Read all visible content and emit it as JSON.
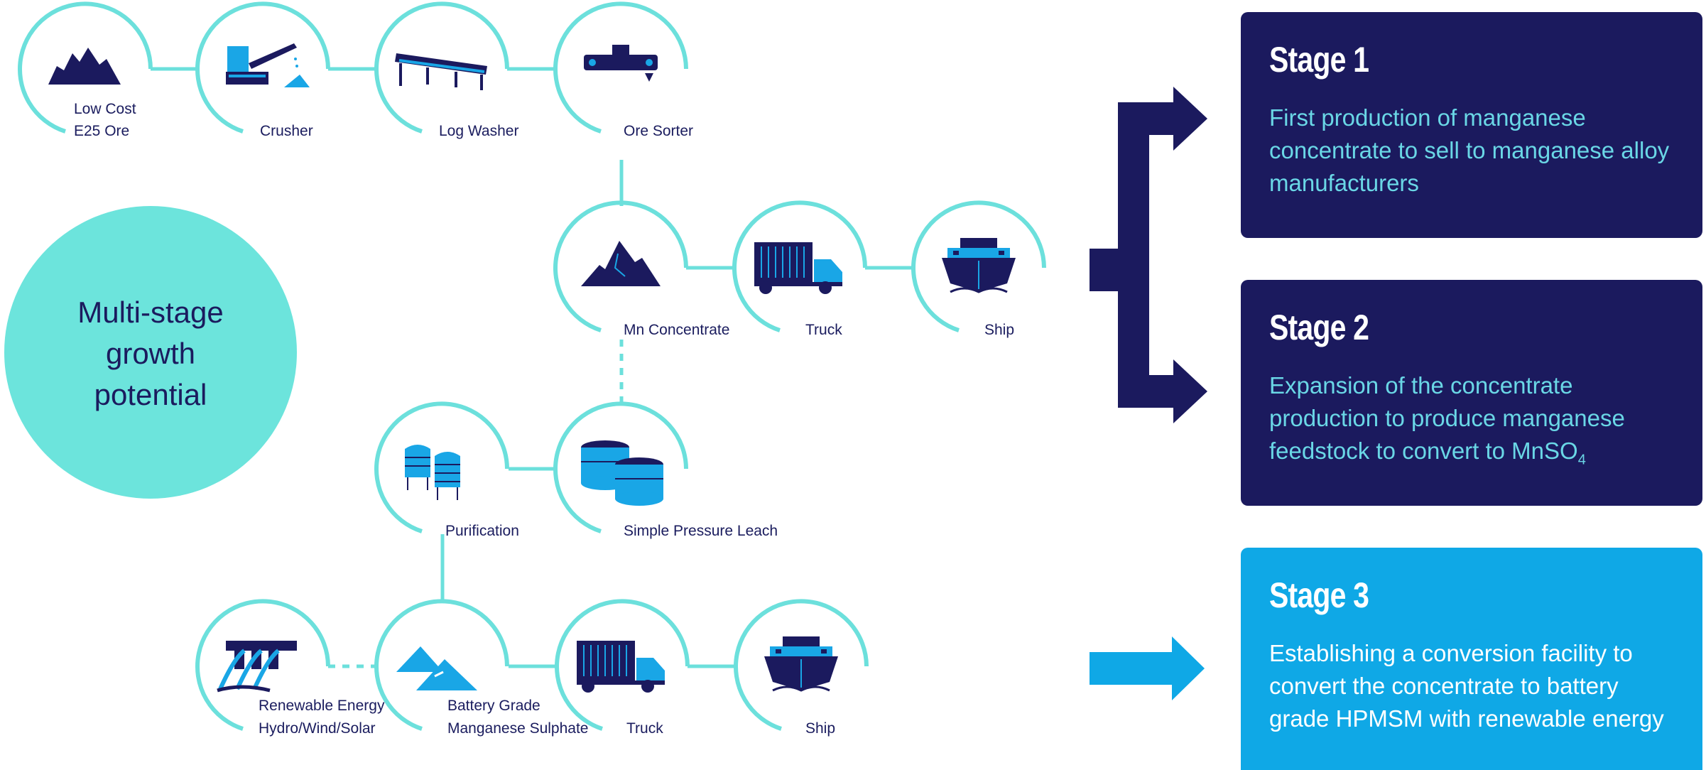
{
  "center": {
    "lines": [
      "Multi-stage",
      "growth",
      "potential"
    ]
  },
  "nodes": {
    "ore": {
      "label_lines": [
        "Low Cost",
        "E25 Ore"
      ],
      "icon": "ore-pile-icon"
    },
    "crusher": {
      "label_lines": [
        "Crusher"
      ],
      "icon": "crusher-icon"
    },
    "log_washer": {
      "label_lines": [
        "Log Washer"
      ],
      "icon": "log-washer-icon"
    },
    "ore_sorter": {
      "label_lines": [
        "Ore Sorter"
      ],
      "icon": "ore-sorter-icon"
    },
    "mn_concentrate": {
      "label_lines": [
        "Mn Concentrate"
      ],
      "icon": "concentrate-pile-icon"
    },
    "truck1": {
      "label_lines": [
        "Truck"
      ],
      "icon": "truck-icon"
    },
    "ship1": {
      "label_lines": [
        "Ship"
      ],
      "icon": "ship-icon"
    },
    "purification": {
      "label_lines": [
        "Purification"
      ],
      "icon": "silo-icon"
    },
    "pressure_leach": {
      "label_lines": [
        "Simple Pressure Leach"
      ],
      "icon": "tanks-icon"
    },
    "renewable": {
      "label_lines": [
        "Renewable Energy",
        "Hydro/Wind/Solar"
      ],
      "icon": "hydro-dam-icon"
    },
    "battery_grade": {
      "label_lines": [
        "Battery Grade",
        "Manganese Sulphate"
      ],
      "icon": "powder-pile-icon"
    },
    "truck2": {
      "label_lines": [
        "Truck"
      ],
      "icon": "truck-icon"
    },
    "ship2": {
      "label_lines": [
        "Ship"
      ],
      "icon": "ship-icon"
    }
  },
  "stages": [
    {
      "title": "Stage 1",
      "text": "First production of manganese concentrate to sell to manganese alloy manufacturers"
    },
    {
      "title": "Stage 2",
      "text_main": "Expansion of the concentrate production to produce manganese feedstock to convert to MnSO",
      "text_sub": "4"
    },
    {
      "title": "Stage 3",
      "text": "Establishing a conversion facility to convert the concentrate to battery grade HPMSM with renewable energy"
    }
  ],
  "colors": {
    "navy": "#1b1a5e",
    "teal": "#6ce0dc",
    "blue": "#0fa8e6",
    "light_blue": "#19a6e6"
  }
}
